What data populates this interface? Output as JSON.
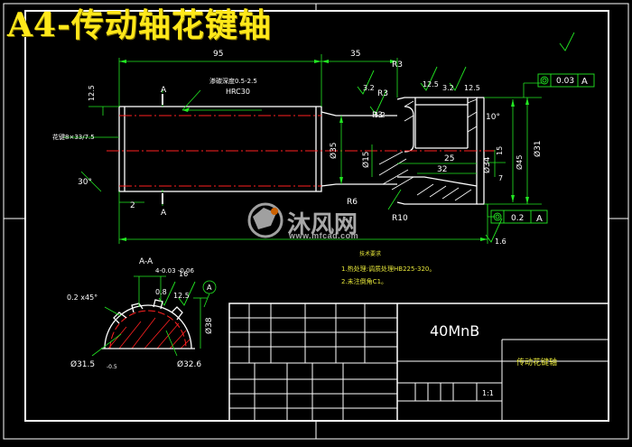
{
  "title": "A4-传动轴花键轴",
  "watermark": {
    "text": "沐风网",
    "url": "www.mfcad.com"
  },
  "dimensions": {
    "len_95": "95",
    "len_35": "35",
    "r3_top": "R3",
    "r3_mid": "R3",
    "r3_low": "R3",
    "r6": "R6",
    "r10": "R10",
    "quench_note": "渗碳深度0.5-2.5",
    "hardness": "HRC30",
    "d_12_5": "12.5",
    "spline": "花键8×33/7.5",
    "angle_30": "30°",
    "len_2": "2",
    "d_35": "Ø35",
    "d_15": "Ø15",
    "len_25": "25",
    "len_32": "32",
    "d_34": "Ø34",
    "d_45": "Ø45",
    "d_31": "Ø31",
    "angle_10": "10°",
    "ra_3_2_a": "3.2",
    "ra_3_2_b": "3.2",
    "ra_3_2_c": "3.2",
    "ra_12_5_a": "12.5",
    "ra_12_5_b": "12.5",
    "ra_1_6": "1.6",
    "ra_3_2_d": "3.2",
    "ra_12_5_c": "12.5",
    "tol_top": "0.03",
    "tol_top_ref": "A",
    "tol_bot": "0.2",
    "tol_bot_ref": "A",
    "section_mark_a1": "A",
    "section_mark_a2": "A",
    "thread_7": "7",
    "len_15": "15"
  },
  "section": {
    "label": "A-A",
    "width_tol": "4-0.03 -0.06",
    "width_num": "16",
    "chamfer": "0.2 x45°",
    "ra_08": "0.8",
    "ra_125": "12.5",
    "datum": "A",
    "d_38": "Ø38",
    "d_315": "Ø31.5",
    "d_315_tol": "-0.5",
    "d_326": "Ø32.6"
  },
  "notes": {
    "heading": "技术要求",
    "line1": "1.热处理:调质处理HB225-320。",
    "line2": "2.未注倒角C1。"
  },
  "title_block": {
    "material": "40MnB",
    "part_name": "传动花键轴",
    "scale": "1:1"
  },
  "colors": {
    "line": "#ffffff",
    "dim": "#22e822",
    "center": "#ff2020",
    "text_yellow": "#ffe81a",
    "note_yellow": "#e6e63a"
  }
}
